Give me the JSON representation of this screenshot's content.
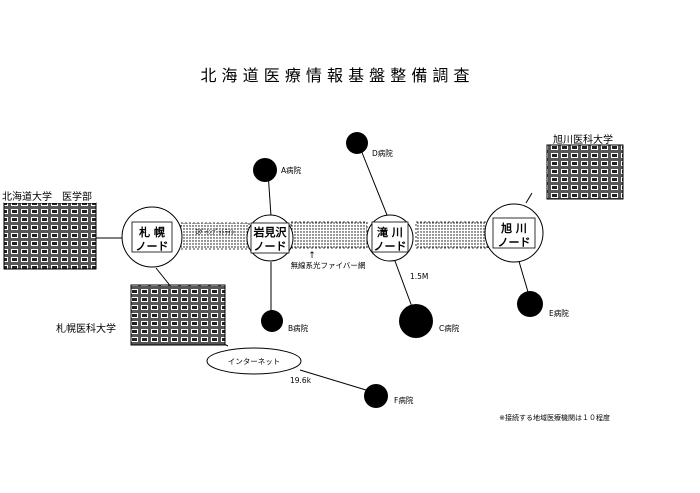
{
  "title": "北 海 道 医 療 情 報 基 盤 整 備 調 査",
  "nodes": {
    "sapporo": {
      "line1": "札 幌",
      "line2": "ノード"
    },
    "iwamizawa": {
      "line1": "岩見沢",
      "line2": "ノード"
    },
    "takikawa": {
      "line1": "滝 川",
      "line2": "ノード"
    },
    "asahikawa": {
      "line1": "旭 川",
      "line2": "ノード"
    }
  },
  "institutions": {
    "hokudai": "北海道大学　医学部",
    "sapporo_med": "札幌医科大学",
    "asahikawa_med": "旭川医科大学"
  },
  "hospitals": {
    "a": "A病院",
    "b": "B病院",
    "c": "C病院",
    "d": "D病院",
    "e": "E病院",
    "f": "F病院"
  },
  "fiber_label": "↑",
  "fiber_caption": "無線系光ファイバー網",
  "fiber_segment_text": "ﾛｸﾞｲﾝﾌﾟｯﾄﾗｲﾝ",
  "speed_label": "1.5M",
  "internet": "インターネット",
  "internet_speed": "19.6k",
  "footnote": "※接続する地域医療機関は１０程度",
  "colors": {
    "ink": "#000000",
    "paper": "#ffffff"
  }
}
